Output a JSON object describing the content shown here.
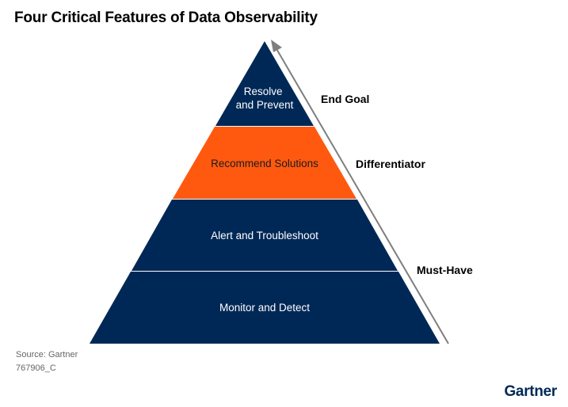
{
  "title": "Four Critical Features of Data Observability",
  "pyramid": {
    "levels": [
      {
        "lines": [
          "Resolve",
          "and Prevent"
        ],
        "color": "#002856",
        "text_color": "#ffffff"
      },
      {
        "lines": [
          "Recommend Solutions"
        ],
        "color": "#ff5910",
        "text_color": "#1b1b1b"
      },
      {
        "lines": [
          "Alert and Troubleshoot"
        ],
        "color": "#002856",
        "text_color": "#ffffff"
      },
      {
        "lines": [
          "Monitor and Detect"
        ],
        "color": "#002856",
        "text_color": "#ffffff"
      }
    ]
  },
  "side_labels": {
    "end_goal": "End Goal",
    "differentiator": "Differentiator",
    "must_have": "Must-Have"
  },
  "arrow_color": "#7f7f7f",
  "source": "Source: Gartner",
  "doc_id": "767906_C",
  "logo": "Gartner"
}
